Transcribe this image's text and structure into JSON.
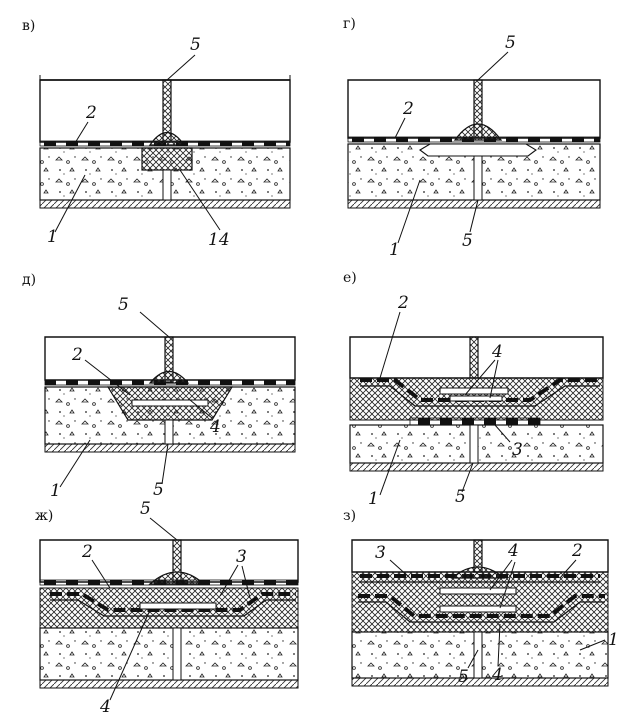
{
  "figure": {
    "panels": [
      {
        "id": "v",
        "title": "в)",
        "labels": [
          "5",
          "2",
          "1",
          "14"
        ]
      },
      {
        "id": "g",
        "title": "г)",
        "labels": [
          "5",
          "2",
          "1",
          "5"
        ]
      },
      {
        "id": "d",
        "title": "д)",
        "labels": [
          "5",
          "2",
          "4",
          "1",
          "5"
        ]
      },
      {
        "id": "e",
        "title": "е)",
        "labels": [
          "2",
          "4",
          "3",
          "1",
          "5"
        ]
      },
      {
        "id": "zh",
        "title": "ж)",
        "labels": [
          "5",
          "2",
          "3",
          "4"
        ]
      },
      {
        "id": "z",
        "title": "з)",
        "labels": [
          "3",
          "4",
          "2",
          "1",
          "5",
          "4"
        ]
      }
    ]
  }
}
